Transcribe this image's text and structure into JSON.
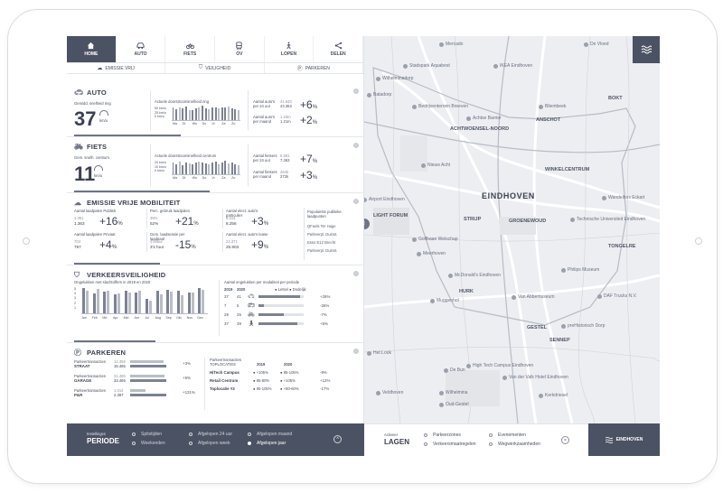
{
  "nav": {
    "tabs": [
      {
        "label": "HOME",
        "icon": "home-icon",
        "active": true
      },
      {
        "label": "AUTO",
        "icon": "car-icon"
      },
      {
        "label": "FIETS",
        "icon": "bike-icon"
      },
      {
        "label": "OV",
        "icon": "bus-icon"
      },
      {
        "label": "LOPEN",
        "icon": "walk-icon"
      },
      {
        "label": "DELEN",
        "icon": "share-icon"
      }
    ],
    "subtabs": [
      "EMISSIE VRIJ",
      "VEILIGHEID",
      "PARKEREN"
    ]
  },
  "auto": {
    "title": "AUTO",
    "speed_label": "Gemidd. snelheid ring",
    "speed_value": "37",
    "speed_unit": "km/u",
    "chart_label": "Actuele doorstroomsnelheid ring",
    "chart_ticks": [
      "50 km/u",
      "25 km/u",
      "0 km/u"
    ],
    "days": [
      "Ma",
      "Di",
      "Wo",
      "Do",
      "Vr",
      "Za",
      "Zo"
    ],
    "stat1_label": "Aantal auto's per 24 uur",
    "stat1_a": "41.840",
    "stat1_b": "43.363",
    "stat1_pct": "+6",
    "stat2_label": "Aantal auto's per maand",
    "stat2_a": "1.19m",
    "stat2_b": "1.21m",
    "stat2_pct": "+2",
    "pct_sign": "%"
  },
  "fiets": {
    "title": "FIETS",
    "speed_label": "Gem. snelh. centrum",
    "speed_value": "11",
    "speed_unit": "km/u",
    "chart_label": "Actuele doorstroomsnelheid centrum",
    "chart_ticks": [
      "20 km/u",
      "10 km/u",
      "0 km/u"
    ],
    "days": [
      "Ma",
      "Di",
      "Wo",
      "Do",
      "Vr",
      "Za",
      "Zo"
    ],
    "stat1_label": "Aantal fietsers per 24 uur",
    "stat1_a": "6.591",
    "stat1_b": "7.363",
    "stat1_pct": "+7",
    "stat2_label": "Aantal fietsers per maand",
    "stat2_a": "264k",
    "stat2_b": "272k",
    "stat2_pct": "+3",
    "pct_sign": "%"
  },
  "emissie": {
    "title": "EMISSIE VRIJE MOBILITEIT",
    "items": [
      {
        "label": "Aantal laadpalen Publiek",
        "a": "1.351",
        "b": "1.363",
        "pct": "+16",
        "sign": "%"
      },
      {
        "label": "Perc. gebruik laadpalen",
        "a": "35%",
        "b": "52%",
        "pct": "+21",
        "sign": "%"
      },
      {
        "label": "Aantal elect. auto's particulier",
        "a": "8.014",
        "b": "8.256",
        "pct": "+3",
        "sign": "%"
      },
      {
        "label": "Aantal laadpalen Privaat",
        "a": "704",
        "b": "797",
        "pct": "+4",
        "sign": "%"
      },
      {
        "label": "Gem. laadsessie per laadpaal",
        "a": "4'08uur",
        "b": "3'17uur",
        "pct": "-15",
        "sign": "%"
      },
      {
        "label": "Aantal elect. auto's lease",
        "a": "22.371",
        "b": "25.903",
        "pct": "+9",
        "sign": "%"
      }
    ],
    "popular_title": "Populairste publieke laadpunten",
    "popular": [
      "QFuels Ter Hage",
      "Parkeerpl. Duinst.",
      "Esso E12 Brecht",
      "Parkeerpl. Duinst."
    ]
  },
  "veiligheid": {
    "title": "VERKEERSVEILIGHEID",
    "chart_label": "Ongelukken met slachtoffers in 2019 en 2020",
    "table_label": "Aantal ongelukken per modaliteit per periode",
    "legend": [
      "Letsel",
      "Dodelijk"
    ],
    "years": [
      "2019",
      "2020"
    ],
    "rows": [
      {
        "y2019": "37",
        "y2020": "41",
        "icon": "car-icon",
        "pct": "+26%"
      },
      {
        "y2019": "7",
        "y2020": "5",
        "icon": "bus-icon",
        "pct": "-26%"
      },
      {
        "y2019": "29",
        "y2020": "25",
        "icon": "bike-icon",
        "pct": "-7%"
      },
      {
        "y2019": "37",
        "y2020": "39",
        "icon": "walk-icon",
        "pct": "+5%"
      }
    ]
  },
  "parkeren": {
    "title": "PARKEREN",
    "groups": [
      {
        "label1": "Parkeertransacties",
        "label2": "STRAAT",
        "a": "14.356",
        "b": "15.465",
        "pct": "+3%"
      },
      {
        "label1": "Parkeertransacties",
        "label2": "GARAGE",
        "a": "31.465",
        "b": "33.465",
        "pct": "+5%"
      },
      {
        "label1": "Parkeertransacties",
        "label2": "P&R",
        "a": "1.014",
        "b": "2.387",
        "pct": "+131%"
      }
    ],
    "table_head": [
      "Parkeertransacties TOPLOCATIES",
      "2019",
      "2020"
    ],
    "table": [
      {
        "name": "HiTech Campus",
        "y2019": "+105%",
        "y2020": "95-105%",
        "pct": "-9%"
      },
      {
        "name": "Retail Centrum",
        "y2019": "95-80%",
        "y2020": "+105%",
        "pct": "+12%"
      },
      {
        "name": "Toplocatie #3",
        "y2019": "95-105%",
        "y2020": "+80-60%",
        "pct": "-17%"
      }
    ]
  },
  "chart_data": [
    {
      "type": "bar",
      "title": "Actuele doorstroomsnelheid ring",
      "categories": [
        "Ma",
        "Di",
        "Wo",
        "Do",
        "Vr",
        "Za",
        "Zo"
      ],
      "series": [
        {
          "values": [
            38,
            34,
            40,
            36,
            42,
            30,
            30,
            36,
            40,
            44,
            36,
            34,
            38,
            40,
            36,
            40,
            38,
            42,
            36,
            32,
            30
          ]
        }
      ],
      "ylim": [
        0,
        50
      ]
    },
    {
      "type": "bar",
      "title": "Actuele doorstroomsnelheid centrum",
      "categories": [
        "Ma",
        "Di",
        "Wo",
        "Do",
        "Vr",
        "Za",
        "Zo"
      ],
      "series": [
        {
          "values": [
            14,
            12,
            16,
            11,
            15,
            13,
            12,
            14,
            16,
            15,
            13,
            12,
            14,
            16,
            12,
            15,
            17,
            13,
            14,
            12,
            11
          ]
        }
      ],
      "ylim": [
        0,
        20
      ]
    },
    {
      "type": "bar",
      "title": "Ongelukken met slachtoffers in 2019 en 2020",
      "categories": [
        "Jan",
        "Feb",
        "Mrt",
        "Apr",
        "Mei",
        "Jun",
        "Jul",
        "Aug",
        "Sep",
        "Okt",
        "Nov",
        "Dec"
      ],
      "series": [
        {
          "name": "2019",
          "values": [
            4.6,
            3.7,
            4.0,
            3.5,
            4.1,
            3.8,
            2.6,
            4.1,
            4.3,
            4.1,
            3.8,
            4.6
          ]
        },
        {
          "name": "2020",
          "values": [
            4.1,
            4.5,
            4.2,
            3.7,
            3.9,
            4.1,
            2.3,
            3.5,
            4.0,
            3.4,
            3.9,
            4.4
          ]
        }
      ],
      "ylim": [
        0,
        5
      ]
    }
  ],
  "bottom": {
    "period_label": "Instellingen",
    "period_title": "PERIODE",
    "period_options": [
      {
        "label": "Spitstijden",
        "on": false
      },
      {
        "label": "Weekenden",
        "on": false
      },
      {
        "label": "Afgelopen 24 uur",
        "on": false
      },
      {
        "label": "Afgelopen week",
        "on": false
      },
      {
        "label": "Afgelopen maand",
        "on": false
      },
      {
        "label": "Afgelopen jaar",
        "on": true
      }
    ],
    "layers_label": "Activeer",
    "layers_title": "LAGEN",
    "layer_options": [
      "Parkeerzones",
      "Verkeersmaatregelen",
      "Evenementen",
      "Wegwerkzaamheden"
    ],
    "city_button": "EINDHOVEN"
  },
  "map": {
    "city": "EINDHOVEN",
    "labels": [
      {
        "t": "Mercado",
        "b": false
      },
      {
        "t": "Stadspark Aquabest",
        "b": false
      },
      {
        "t": "IKEA Eindhoven",
        "b": false
      },
      {
        "t": "De Vloed",
        "b": false
      },
      {
        "t": "Wilhelminadorp",
        "b": false
      },
      {
        "t": "Batadorp",
        "b": false
      },
      {
        "t": "Bedrijventerrein Breeven",
        "b": false
      },
      {
        "t": "Achtse Barrier",
        "b": false
      },
      {
        "t": "ACHT",
        "b": true
      },
      {
        "t": "WOENSEL-NOORD",
        "b": true
      },
      {
        "t": "ANSCHOT",
        "b": true
      },
      {
        "t": "Bliembeek",
        "b": false
      },
      {
        "t": "BOKT",
        "b": true
      },
      {
        "t": "Nieuw Acht",
        "b": false
      },
      {
        "t": "WINKELCENTRUM",
        "b": true
      },
      {
        "t": "Airport Eindhoven",
        "b": false
      },
      {
        "t": "LIGHT FORUM",
        "b": true
      },
      {
        "t": "STRIJP",
        "b": true
      },
      {
        "t": "GROENEWOUD",
        "b": true
      },
      {
        "t": "Technische Universiteit Eindhoven",
        "b": false
      },
      {
        "t": "Golfbaan Welschap",
        "b": false
      },
      {
        "t": "Meerhoven",
        "b": false
      },
      {
        "t": "Philips Museum",
        "b": false
      },
      {
        "t": "Van Abbemuseum",
        "b": false
      },
      {
        "t": "DAF Trucks N.V.",
        "b": false
      },
      {
        "t": "McDonald's Eindhoven",
        "b": false
      },
      {
        "t": "HURK",
        "b": true
      },
      {
        "t": "GESTEL",
        "b": true
      },
      {
        "t": "Muggenhol",
        "b": false
      },
      {
        "t": "preHistorisch Dorp",
        "b": false
      },
      {
        "t": "SENNEP",
        "b": true
      },
      {
        "t": "Het Look",
        "b": false
      },
      {
        "t": "De Bun",
        "b": false
      },
      {
        "t": "High Tech Campus Eindhoven",
        "b": false
      },
      {
        "t": "Van der Valk Hotel Eindhoven",
        "b": false
      },
      {
        "t": "Veldhoven",
        "b": false
      },
      {
        "t": "Wilhelmina",
        "b": false
      },
      {
        "t": "Wandelbos Eckart",
        "b": false
      },
      {
        "t": "Oud-Gestel",
        "b": false
      },
      {
        "t": "Kerkdriesel",
        "b": false
      },
      {
        "t": "TONGELRE",
        "b": true
      }
    ]
  }
}
